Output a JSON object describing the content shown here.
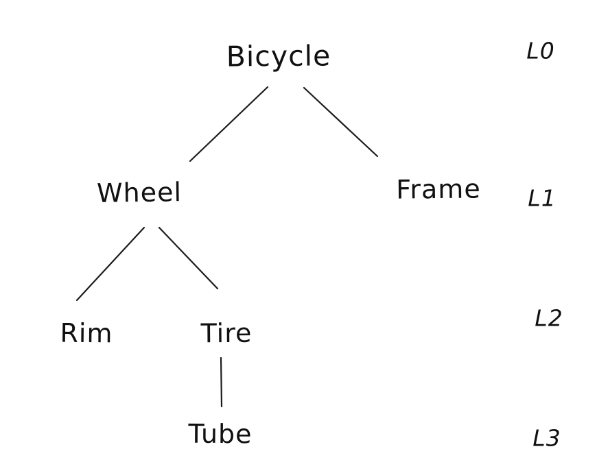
{
  "diagram": {
    "type": "tree",
    "background": "#ffffff",
    "ink_color": "#1c1c1c",
    "nodes": [
      {
        "id": "bicycle",
        "label": "Bicycle",
        "level": "L0",
        "parent": null
      },
      {
        "id": "wheel",
        "label": "Wheel",
        "level": "L1",
        "parent": "bicycle"
      },
      {
        "id": "frame",
        "label": "Frame",
        "level": "L1",
        "parent": "bicycle"
      },
      {
        "id": "rim",
        "label": "Rim",
        "level": "L2",
        "parent": "wheel"
      },
      {
        "id": "tire",
        "label": "Tire",
        "level": "L2",
        "parent": "wheel"
      },
      {
        "id": "tube",
        "label": "Tube",
        "level": "L3",
        "parent": "tire"
      }
    ],
    "edges": [
      {
        "from": "bicycle",
        "to": "wheel"
      },
      {
        "from": "bicycle",
        "to": "frame"
      },
      {
        "from": "wheel",
        "to": "rim"
      },
      {
        "from": "wheel",
        "to": "tire"
      },
      {
        "from": "tire",
        "to": "tube"
      }
    ],
    "level_labels": [
      {
        "label": "L0"
      },
      {
        "label": "L1"
      },
      {
        "label": "L2"
      },
      {
        "label": "L3"
      }
    ]
  }
}
